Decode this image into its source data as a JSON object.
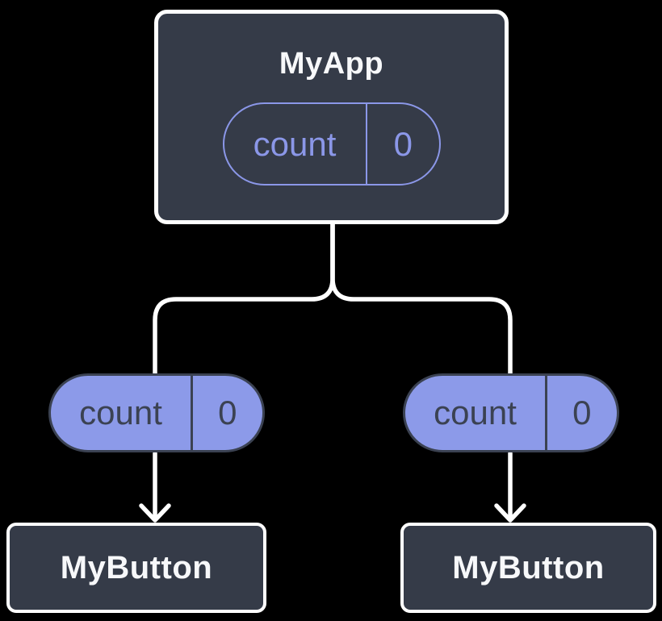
{
  "diagram": {
    "root": {
      "title": "MyApp",
      "state": {
        "name": "count",
        "value": "0"
      }
    },
    "left_child": {
      "title": "MyButton",
      "state": {
        "name": "count",
        "value": "0"
      }
    },
    "right_child": {
      "title": "MyButton",
      "state": {
        "name": "count",
        "value": "0"
      }
    }
  },
  "colors": {
    "background": "#000000",
    "node_fill": "#353B48",
    "node_border": "#FFFFFF",
    "accent_purple": "#8B97E8",
    "pill_fill": "#8C9AE9",
    "pill_dark": "#3B4252",
    "text_light": "#F7F8FA",
    "connector": "#FFFFFF"
  }
}
